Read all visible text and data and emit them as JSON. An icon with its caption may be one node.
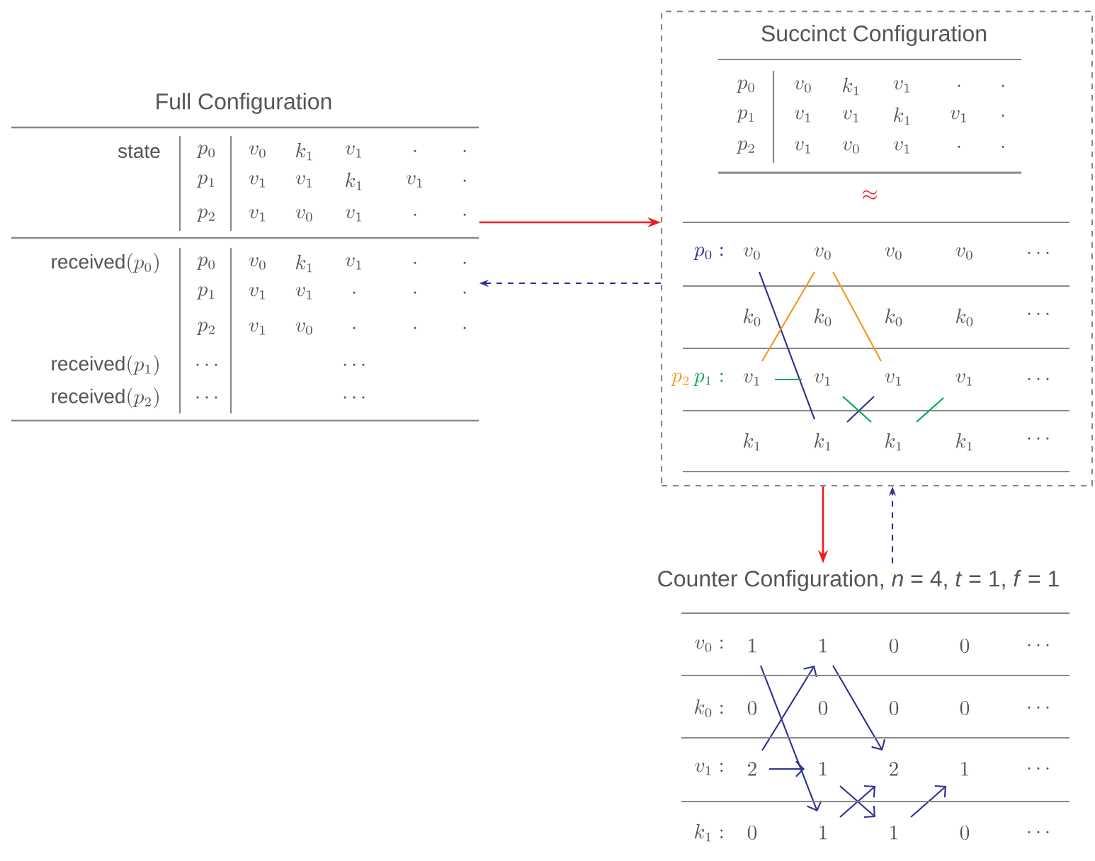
{
  "diagram": {
    "nodes": [
      {
        "text": [
          "Full Configuration"
        ]
      },
      {
        "text": [
          "Succinct Configuration"
        ]
      },
      {
        "text": [
          "Counter Configuration, *n* = 4, *t* = 1, *f* = 1"
        ]
      }
    ],
    "edges": [
      {
        "from": 0,
        "to": 1,
        "arrow": "to",
        "color": "#ed1c24"
      },
      {
        "from": 1,
        "to": 0,
        "arrow": "to",
        "style": "dashed",
        "color": "#2e3192"
      },
      {
        "from": 1,
        "to": 2,
        "arrow": "to",
        "color": "#ed1c24"
      },
      {
        "from": 2,
        "to": 1,
        "arrow": "to",
        "style": "dashed",
        "color": "#2e3192"
      }
    ],
    "labels": [
      "\\mathrm{state}",
      "p_0",
      "v_0",
      "k_1",
      "v_1",
      "\\cdot",
      "\\cdot",
      "p_1",
      "v_1",
      "v_1",
      "k_1",
      "v_1",
      "\\cdot",
      "p_2",
      "v_1",
      "v_0",
      "v_1",
      "\\cdot",
      "\\cdot",
      "\\mathrm{received}(p_0)",
      "p_0",
      "v_0",
      "k_1",
      "v_1",
      "\\cdot",
      "\\cdot",
      "p_1",
      "v_1",
      "v_1",
      "\\cdot",
      "\\cdot",
      "\\cdot",
      "p_2",
      "v_1",
      "v_0",
      "\\cdot",
      "\\cdot",
      "\\cdot",
      "\\mathrm{received}(p_1)",
      "\\cdots",
      "\\cdots",
      "\\mathrm{received}(p_2)",
      "\\cdots",
      "\\cdots",
      "p_0",
      "v_0",
      "k_1",
      "v_1",
      "\\cdot",
      "\\cdot",
      "p_1",
      "v_1",
      "v_1",
      "k_1",
      "v_1",
      "\\cdot",
      "p_2",
      "v_1",
      "v_0",
      "v_1",
      "\\cdot",
      "\\cdot",
      "\\approx",
      "p_0:",
      "v_0",
      "v_0",
      "v_0",
      "v_0",
      "\\cdots",
      "k_0",
      "k_0",
      "k_0",
      "k_0",
      "\\cdots",
      "p_2",
      "p_1:",
      "v_1",
      "v_1",
      "v_1",
      "v_1",
      "\\cdots",
      "k_1",
      "k_1",
      "k_1",
      "k_1",
      "\\cdots",
      "v_0:",
      "1",
      "1",
      "0",
      "0",
      "\\cdots",
      "k_0:",
      "0",
      "0",
      "0",
      "0",
      "\\cdots",
      "v_1:",
      "2",
      "1",
      "2",
      "1",
      "\\cdots",
      "k_1:",
      "0",
      "1",
      "1",
      "0",
      "\\cdots"
    ]
  }
}
